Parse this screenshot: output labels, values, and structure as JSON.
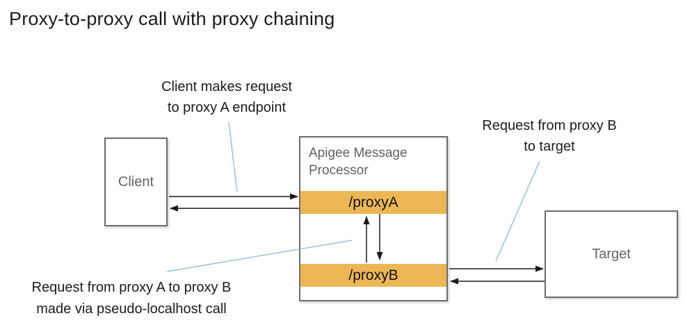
{
  "title": "Proxy-to-proxy call with proxy chaining",
  "annotations": {
    "client_request": {
      "line1": "Client makes request",
      "line2": "to proxy A endpoint"
    },
    "target_request": {
      "line1": "Request from proxy B",
      "line2": "to target"
    },
    "chain_request": {
      "line1": "Request from proxy A to proxy B",
      "line2": "made via pseudo-localhost call"
    }
  },
  "nodes": {
    "client": {
      "label": "Client"
    },
    "processor": {
      "title_line1": "Apigee Message",
      "title_line2": "Processor",
      "proxy_a": "/proxyA",
      "proxy_b": "/proxyB"
    },
    "target": {
      "label": "Target"
    }
  },
  "colors": {
    "proxy_bar_orange": "#edb655",
    "connector_blue": "#85b7e3",
    "box_border_gray": "#6b6b6b",
    "box_text_gray": "#636363",
    "text_black": "#1b1b1b"
  }
}
